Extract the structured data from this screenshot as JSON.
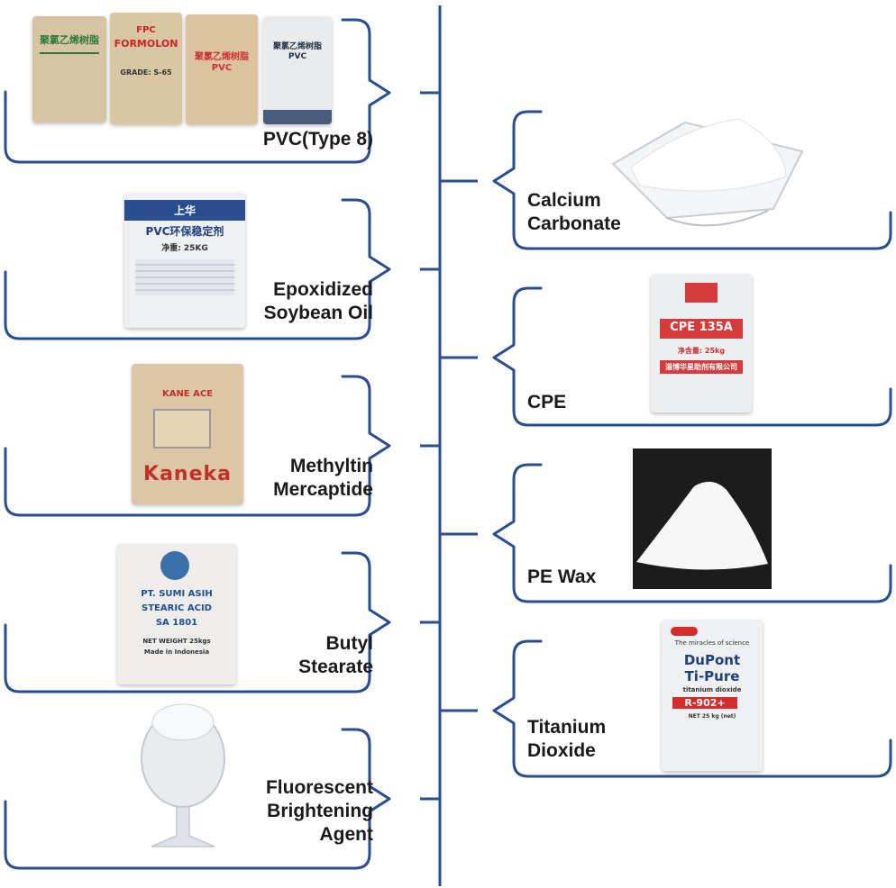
{
  "colors": {
    "line": "#2a4d8f",
    "text": "#1a1a1a",
    "bag_kraft": "#d8bf9a",
    "bag_white": "#eef0f2"
  },
  "left_items": [
    {
      "lines": [
        "PVC(Type 8)"
      ],
      "image": "pvc-bags-image"
    },
    {
      "lines": [
        "Epoxidized",
        "Soybean Oil"
      ],
      "image": "stabilizer-bag-image"
    },
    {
      "lines": [
        "Methyltin",
        "Mercaptide"
      ],
      "image": "kaneka-bag-image"
    },
    {
      "lines": [
        "Butyl",
        "Stearate"
      ],
      "image": "stearic-acid-bag-image"
    },
    {
      "lines": [
        "Fluorescent",
        "Brightening",
        "Agent"
      ],
      "image": "flask-image"
    }
  ],
  "right_items": [
    {
      "lines": [
        "Calcium",
        "Carbonate"
      ],
      "image": "white-powder-bowl-image"
    },
    {
      "lines": [
        "CPE"
      ],
      "image": "cpe-bag-image"
    },
    {
      "lines": [
        "PE Wax"
      ],
      "image": "powder-pile-image"
    },
    {
      "lines": [
        "Titanium",
        "Dioxide"
      ],
      "image": "dupont-bag-image"
    }
  ],
  "bag_text": {
    "pvc": [
      "聚氯乙烯树脂",
      "FPC",
      "FORMOLON",
      "GRADE: S-65",
      "聚氯乙烯树脂",
      "PVC",
      "聚氯乙烯树脂",
      "PVC"
    ],
    "stabilizer": [
      "上华",
      "PVC环保稳定剂",
      "净重: 25KG"
    ],
    "kaneka": [
      "KANE ACE",
      "Kaneka"
    ],
    "stearic": [
      "PT. SUMI ASIH",
      "STEARIC ACID",
      "SA 1801",
      "NET WEIGHT 25kgs",
      "Made in Indonesia"
    ],
    "cpe": [
      "CPE",
      "135A",
      "净含量: 25kg",
      "淄博华星助剂有限公司"
    ],
    "dupont": [
      "The miracles of science",
      "DuPont",
      "Ti-Pure",
      "titanium dioxide",
      "R-902+",
      "NET 25 kg (net)"
    ]
  }
}
